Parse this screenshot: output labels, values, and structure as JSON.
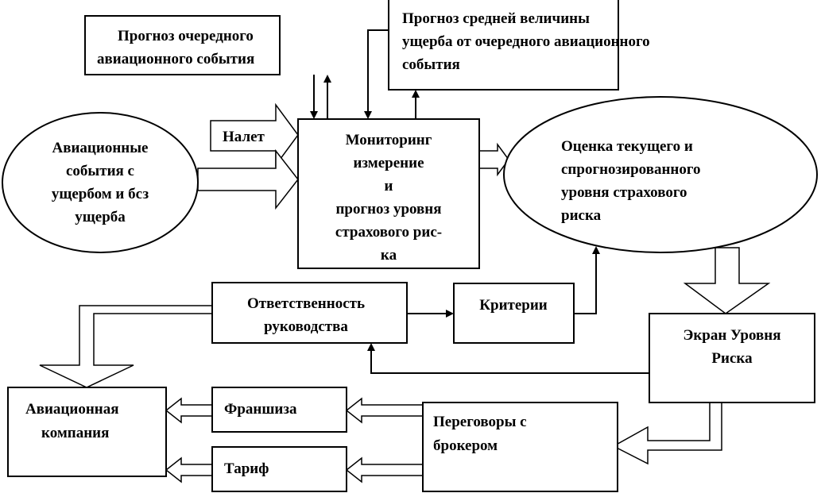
{
  "nodes": {
    "forecast_event": [
      "Прогноз очередного",
      "авиационного события"
    ],
    "forecast_damage": [
      "Прогноз средней величины",
      "ущерба от очередного авиационного",
      "события"
    ],
    "aviation_events": [
      "Авиационные",
      "события с",
      "ущербом и бсз",
      "ущерба"
    ],
    "monitoring": [
      "Мониторинг",
      "измерение",
      "и",
      "прогноз уровня",
      "страхового рис-",
      "ка"
    ],
    "assessment": [
      "Оценка текущего и",
      "спрогнозированного",
      "уровня страхового",
      "риска"
    ],
    "management": [
      "Ответственность",
      "руководства"
    ],
    "criteria": [
      "Критерии"
    ],
    "risk_screen": [
      "Экран Уровня",
      "Риска"
    ],
    "airline": [
      "Авиационная",
      "компания"
    ],
    "franchise": [
      "Франшиза"
    ],
    "tariff": [
      "Тариф"
    ],
    "broker": [
      "Переговоры с",
      "брокером"
    ]
  },
  "edge_labels": {
    "flight_hours": "Налет"
  },
  "colors": {
    "stroke": "#000000",
    "fill": "#ffffff"
  }
}
